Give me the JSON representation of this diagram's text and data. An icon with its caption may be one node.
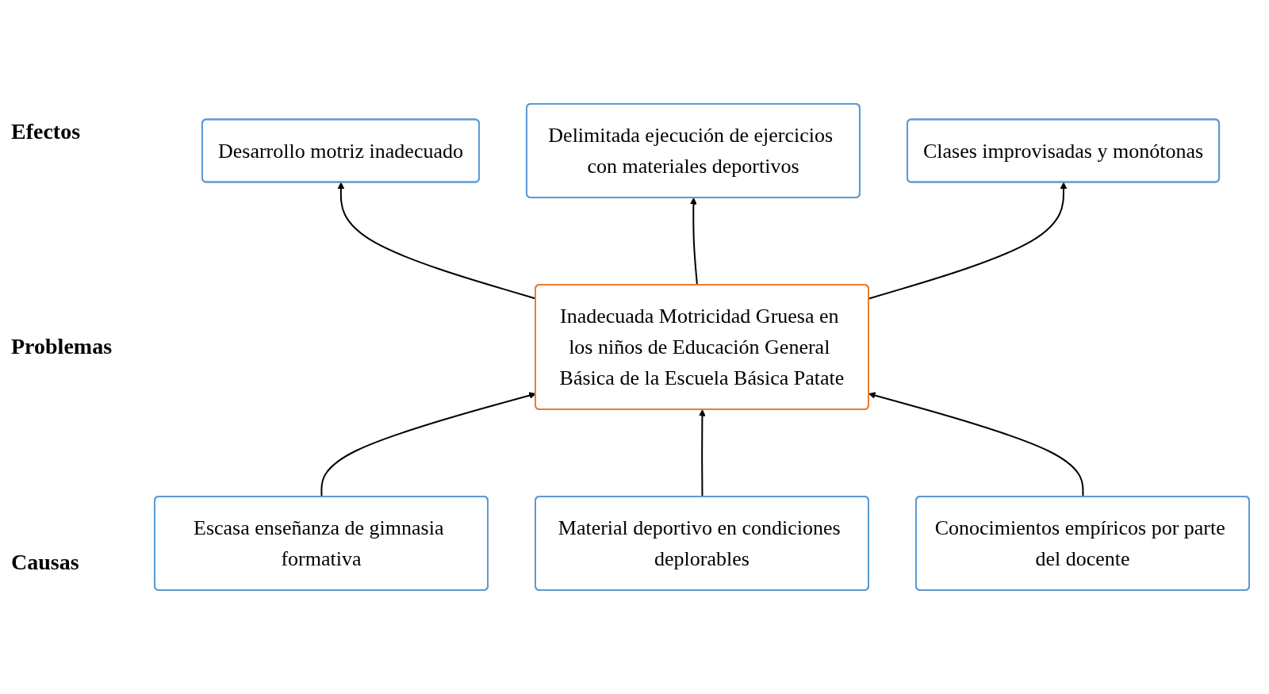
{
  "diagram": {
    "nodes": [
      {
        "text": [
          "Desarrollo motriz inadecuado"
        ]
      },
      {
        "text": [
          "Delimitada ejecución de ejercicios con materiales deportivos"
        ]
      },
      {
        "text": [
          "Clases improvisadas y monótonas"
        ]
      },
      {
        "text": [
          "Inadecuada Motricidad Gruesa en los niños de Educación General Básica de la Escuela Básica Patate"
        ]
      },
      {
        "text": [
          "Escasa enseñanza de gimnasia formativa"
        ]
      },
      {
        "text": [
          "Material deportivo en condiciones deplorables"
        ]
      },
      {
        "text": [
          "Conocimientos empíricos por parte del docente"
        ]
      }
    ],
    "edges": [
      {
        "from": 3,
        "to": 0,
        "arrow": "to"
      },
      {
        "from": 3,
        "to": 1,
        "arrow": "to"
      },
      {
        "from": 3,
        "to": 2,
        "arrow": "to"
      },
      {
        "from": 4,
        "to": 3,
        "arrow": "to"
      },
      {
        "from": 5,
        "to": 3,
        "arrow": "to"
      },
      {
        "from": 6,
        "to": 3,
        "arrow": "to"
      }
    ],
    "labels": [
      "Efectos",
      "Problemas",
      "Causas"
    ]
  }
}
